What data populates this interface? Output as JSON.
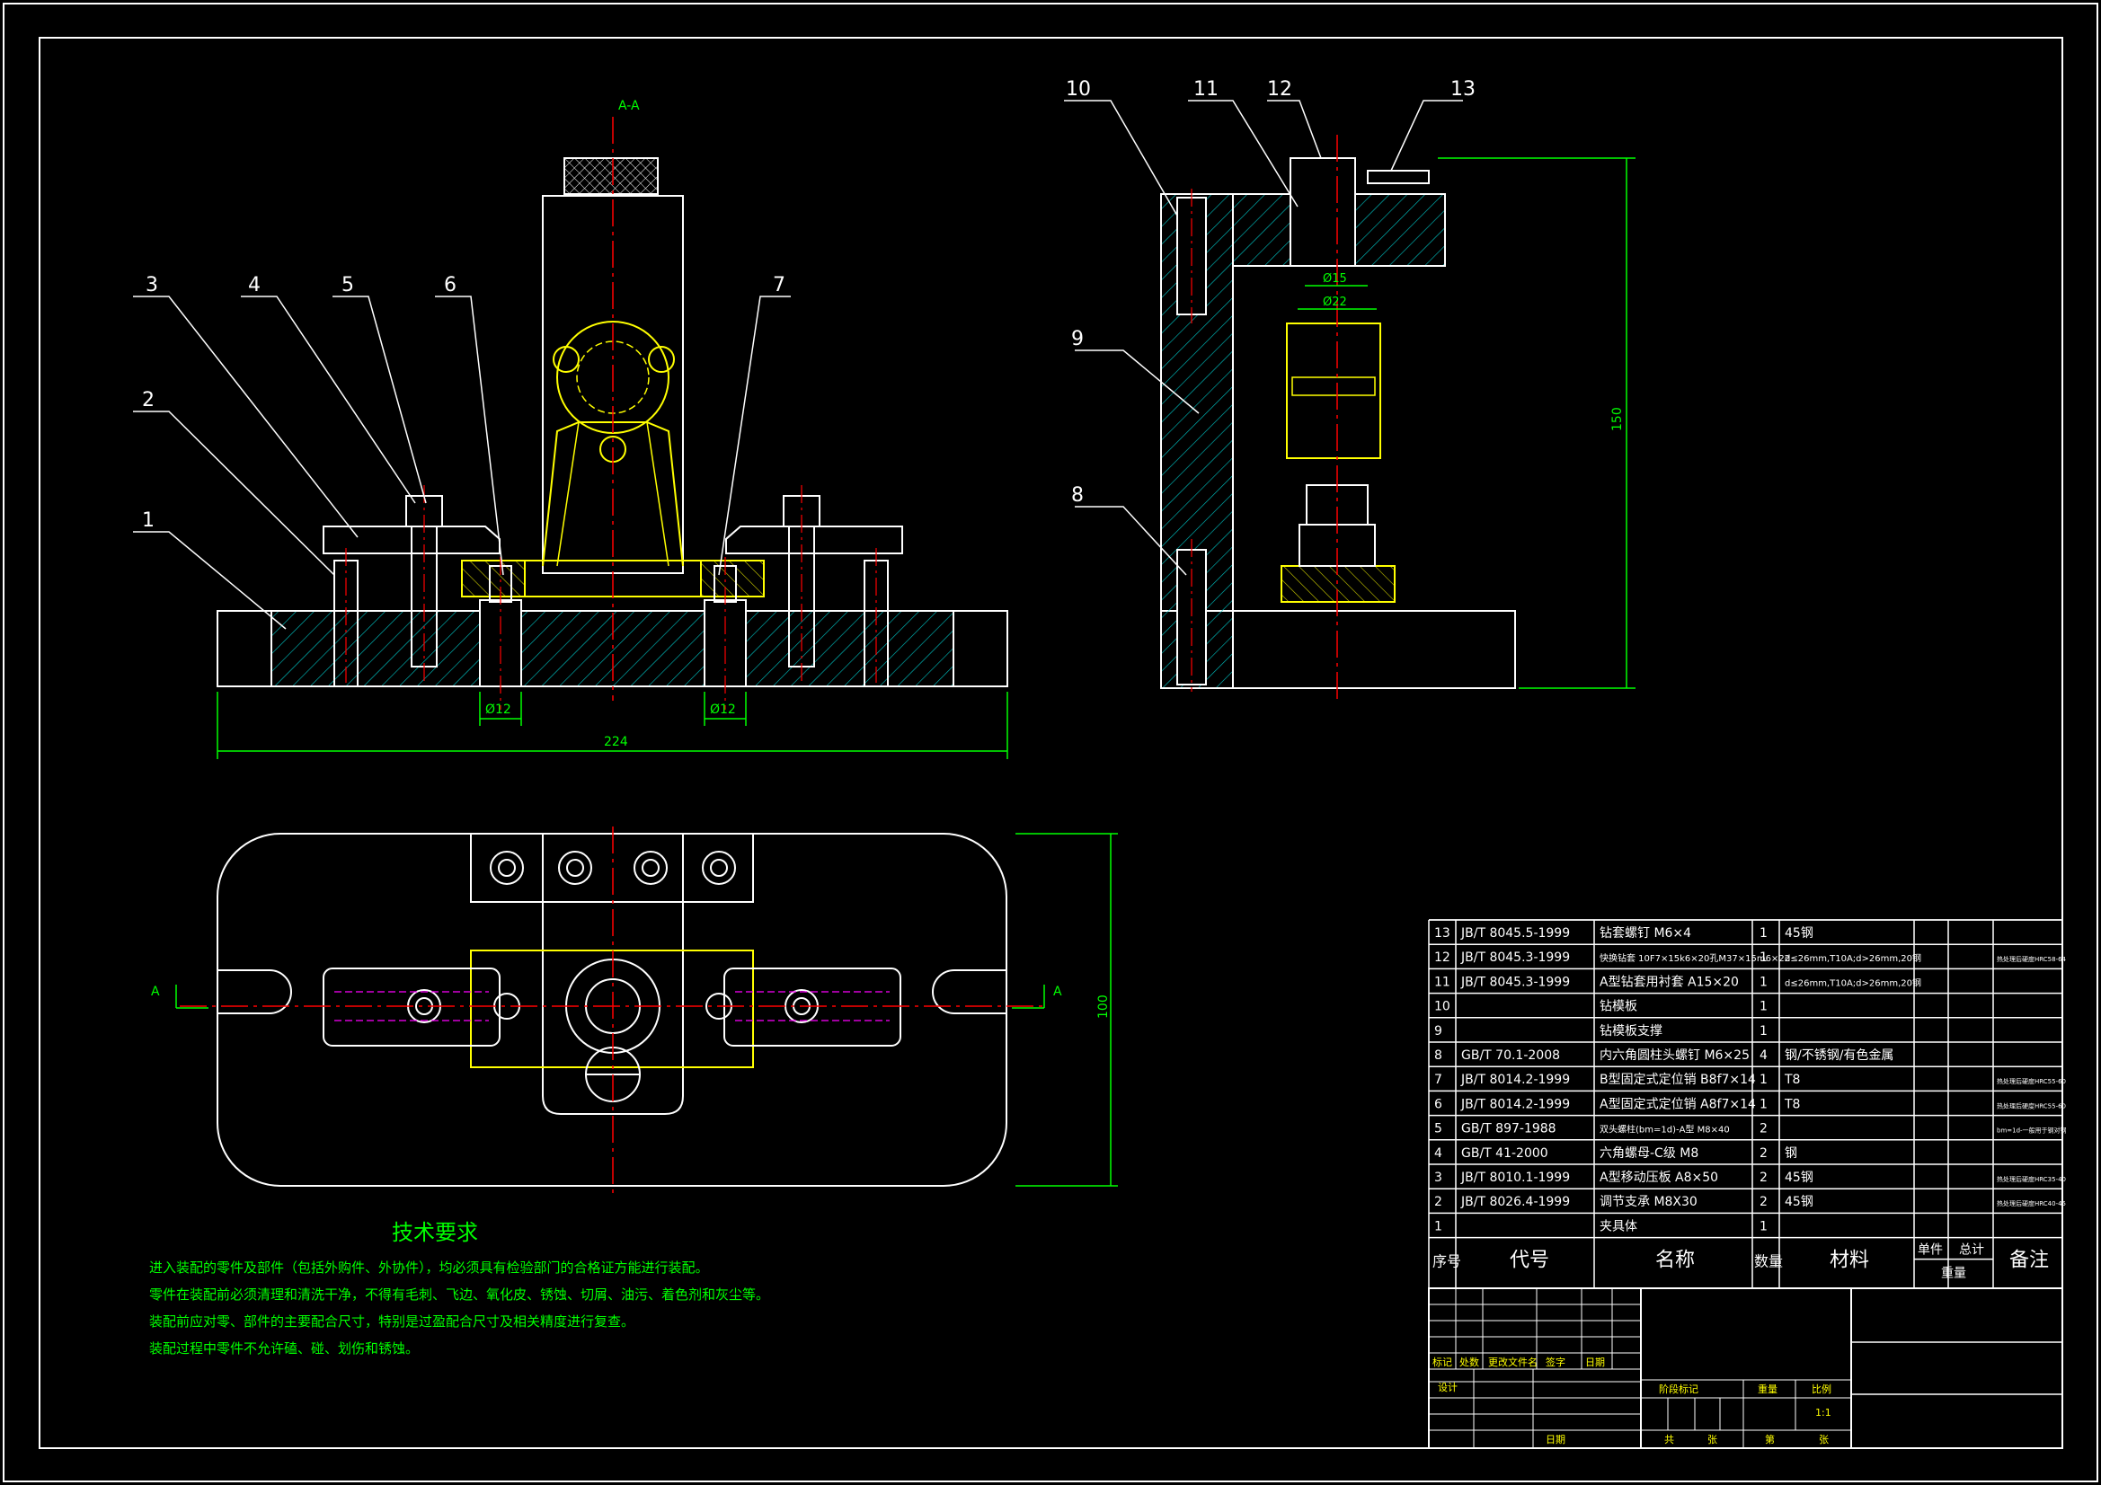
{
  "views": {
    "section_label": "A-A",
    "plan_marker_left": "A",
    "plan_marker_right": "A"
  },
  "balloons_front": [
    "1",
    "2",
    "3",
    "4",
    "5",
    "6",
    "7"
  ],
  "balloons_side": [
    "8",
    "9",
    "10",
    "11",
    "12",
    "13"
  ],
  "dimensions": {
    "width_224": "224",
    "pin_left": "Ø12",
    "pin_right": "Ø12",
    "height_150": "150",
    "plan_100": "100",
    "bore_15": "Ø15",
    "bore_22": "Ø22"
  },
  "tech_requirements": {
    "title": "技术要求",
    "lines": [
      "进入装配的零件及部件（包括外购件、外协件），均必须具有检验部门的合格证方能进行装配。",
      "零件在装配前必须清理和清洗干净，不得有毛刺、飞边、氧化皮、锈蚀、切屑、油污、着色剂和灰尘等。",
      "装配前应对零、部件的主要配合尺寸，特别是过盈配合尺寸及相关精度进行复查。",
      "装配过程中零件不允许磕、碰、划伤和锈蚀。"
    ]
  },
  "bom": {
    "rows": [
      {
        "no": "13",
        "code": "JB/T 8045.5-1999",
        "name": "钻套螺钉 M6×4",
        "qty": "1",
        "mat": "45钢",
        "note": ""
      },
      {
        "no": "12",
        "code": "JB/T 8045.3-1999",
        "name": "快换钻套 10F7×15k6×20孔M37×15m6×22",
        "qty": "1",
        "mat": "d≤26mm,T10A;d>26mm,20钢",
        "note": "热处理后硬度HRC58-64"
      },
      {
        "no": "11",
        "code": "JB/T 8045.3-1999",
        "name": "A型钻套用衬套 A15×20",
        "qty": "1",
        "mat": "d≤26mm,T10A;d>26mm,20钢",
        "note": ""
      },
      {
        "no": "10",
        "code": "",
        "name": "钻模板",
        "qty": "1",
        "mat": "",
        "note": ""
      },
      {
        "no": "9",
        "code": "",
        "name": "钻模板支撑",
        "qty": "1",
        "mat": "",
        "note": ""
      },
      {
        "no": "8",
        "code": "GB/T 70.1-2008",
        "name": "内六角圆柱头螺钉 M6×25",
        "qty": "4",
        "mat": "钢/不锈钢/有色金属",
        "note": ""
      },
      {
        "no": "7",
        "code": "JB/T 8014.2-1999",
        "name": "B型固定式定位销 B8f7×14",
        "qty": "1",
        "mat": "T8",
        "note": "热处理后硬度HRC55-60"
      },
      {
        "no": "6",
        "code": "JB/T 8014.2-1999",
        "name": "A型固定式定位销 A8f7×14",
        "qty": "1",
        "mat": "T8",
        "note": "热处理后硬度HRC55-60"
      },
      {
        "no": "5",
        "code": "GB/T 897-1988",
        "name": "双头螺柱(bm=1d)-A型 M8×40",
        "qty": "2",
        "mat": "",
        "note": "bm=1d-一般用于钢对钢"
      },
      {
        "no": "4",
        "code": "GB/T 41-2000",
        "name": "六角螺母-C级 M8",
        "qty": "2",
        "mat": "钢",
        "note": ""
      },
      {
        "no": "3",
        "code": "JB/T 8010.1-1999",
        "name": "A型移动压板 A8×50",
        "qty": "2",
        "mat": "45钢",
        "note": "热处理后硬度HRC35-40"
      },
      {
        "no": "2",
        "code": "JB/T 8026.4-1999",
        "name": "调节支承 M8X30",
        "qty": "2",
        "mat": "45钢",
        "note": "热处理后硬度HRC40-45"
      },
      {
        "no": "1",
        "code": "",
        "name": "夹具体",
        "qty": "1",
        "mat": "",
        "note": ""
      }
    ],
    "header": {
      "no": "序号",
      "code": "代号",
      "name": "名称",
      "qty": "数量",
      "mat": "材料",
      "unit": "单件",
      "total": "总计",
      "weight": "重量",
      "note": "备注"
    }
  },
  "title_block": {
    "rev_labels": [
      "标记",
      "处数",
      "更改文件名",
      "签字",
      "日期"
    ],
    "design": "设计",
    "date": "日期",
    "stage_mark": "阶段标记",
    "weight": "重量",
    "scale": "比例",
    "scale_value": "1:1",
    "total_sheets": "共",
    "sheet_word": "张",
    "sheet_no": "第",
    "sheet_word2": "张"
  },
  "colors": {
    "outline": "#ffffff",
    "hatch": "#00c8c8",
    "center": "#ff0000",
    "dimension": "#00ff00",
    "part": "#ffff00",
    "hidden": "#ff00ff"
  }
}
